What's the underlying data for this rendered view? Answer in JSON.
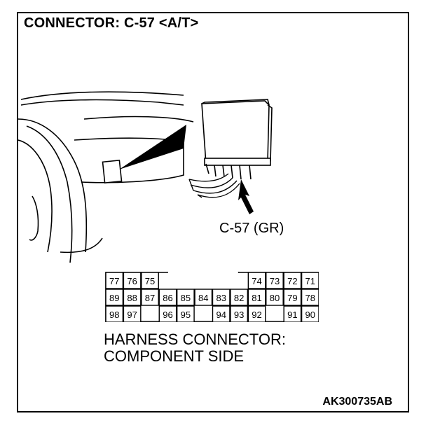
{
  "title": "CONNECTOR: C-57 <A/T>",
  "callout_label": "C-57 (GR)",
  "connector": {
    "row1": [
      "77",
      "76",
      "75",
      "",
      "",
      "",
      "",
      "",
      "74",
      "73",
      "72",
      "71"
    ],
    "row2": [
      "89",
      "88",
      "87",
      "86",
      "85",
      "84",
      "83",
      "82",
      "81",
      "80",
      "79",
      "78"
    ],
    "row3": [
      "98",
      "97",
      "",
      "96",
      "95",
      "",
      "94",
      "93",
      "92",
      "",
      "91",
      "90"
    ]
  },
  "caption": {
    "line1": "HARNESS CONNECTOR:",
    "line2": "COMPONENT SIDE"
  },
  "figure_code": "AK300735AB"
}
